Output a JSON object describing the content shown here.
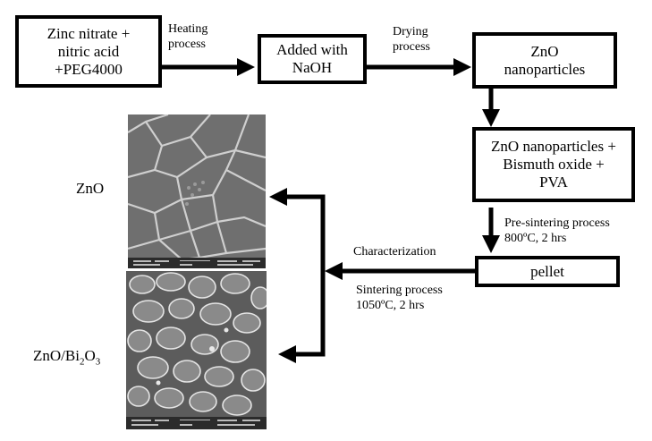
{
  "boxes": {
    "start": "Zinc nitrate +\nnitric acid\n+PEG4000",
    "naoh": "Added with\nNaOH",
    "zno_np": "ZnO\nnanoparticles",
    "mix": "ZnO nanoparticles +\nBismuth oxide +\nPVA",
    "pellet": "pellet"
  },
  "labels": {
    "heating": "Heating\nprocess",
    "drying": "Drying\nprocess",
    "presinter": "Pre-sintering process\n800ºC, 2 hrs",
    "characterization": "Characterization",
    "sinter": "Sintering process\n1050ºC, 2 hrs"
  },
  "images": {
    "zno_label": "ZnO",
    "znobi_label_main": "ZnO/Bi",
    "znobi_sub1": "2",
    "znobi_mid": "O",
    "znobi_sub2": "3"
  }
}
